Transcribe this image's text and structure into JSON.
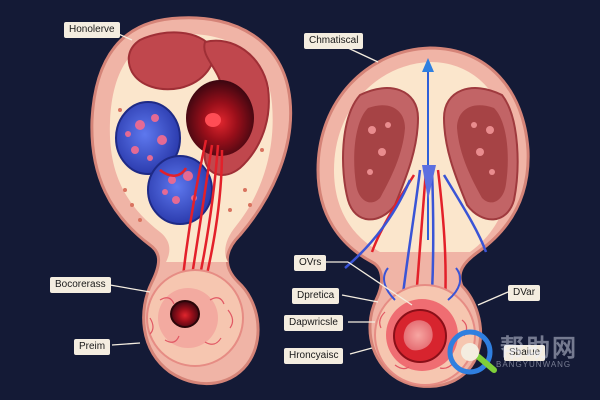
{
  "labels": {
    "left_top": "Honolerve",
    "left_middle": "Bocorerass",
    "left_bottom": "Preim",
    "right_top": "Chmatiscal",
    "right_ovrs": "OVrs",
    "right_dpretica": "Dpretica",
    "right_dapwricsle": "Dapwricsle",
    "right_hroncyaisc": "Hroncyaisc",
    "right_dvar": "DVar",
    "right_sbaiue": "Sbaiue"
  },
  "watermark": {
    "cn_text": "帮助网",
    "en_text": "BANGYUNWANG"
  },
  "icons": [
    "watermark-logo-icon"
  ],
  "colors": {
    "background": "#141a36",
    "tissue_outer": "#f0b4a6",
    "tissue_inner": "#fbe6cc",
    "artery_red": "#e3202a",
    "vein_blue": "#3a54d6"
  }
}
